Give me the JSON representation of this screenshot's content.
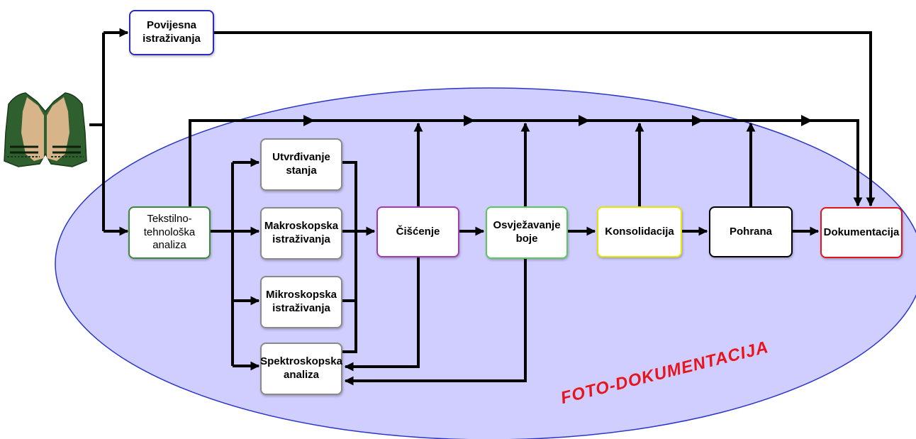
{
  "boxes": {
    "povijesna": "Povijesna\nistraživanja",
    "tekstilno": "Tekstilno-\ntehnološka\nanaliza",
    "utvrdivanje": "Utvrđivanje\nstanja",
    "makroskopska": "Makroskopska\nistraživanja",
    "mikroskopska": "Mikroskopska\nistraživanja",
    "spektroskopska": "Spektroskopska\nanaliza",
    "ciscenje": "Čišćenje",
    "osvjezavanje": "Osvježavanje\nboje",
    "konsolidacija": "Konsolidacija",
    "pohrana": "Pohrana",
    "dokumentacija": "Dokumentacija"
  },
  "region_label": "FOTO-DOKUMENTACIJA",
  "colors": {
    "ellipse_fill": "#d0ceff",
    "ellipse_stroke": "#2a36c8",
    "povijesna_border": "#2b2bc0",
    "tekstilno_border": "#3a8a3a",
    "ciscenje_border": "#a23ab0",
    "osvjezavanje_border": "#5cc85c",
    "konsolidacija_border": "#e6e600",
    "pohrana_border": "#000000",
    "dokumentacija_border": "#e0141c",
    "gray_border": "#8a8a8a",
    "label_red": "#e8141c"
  }
}
